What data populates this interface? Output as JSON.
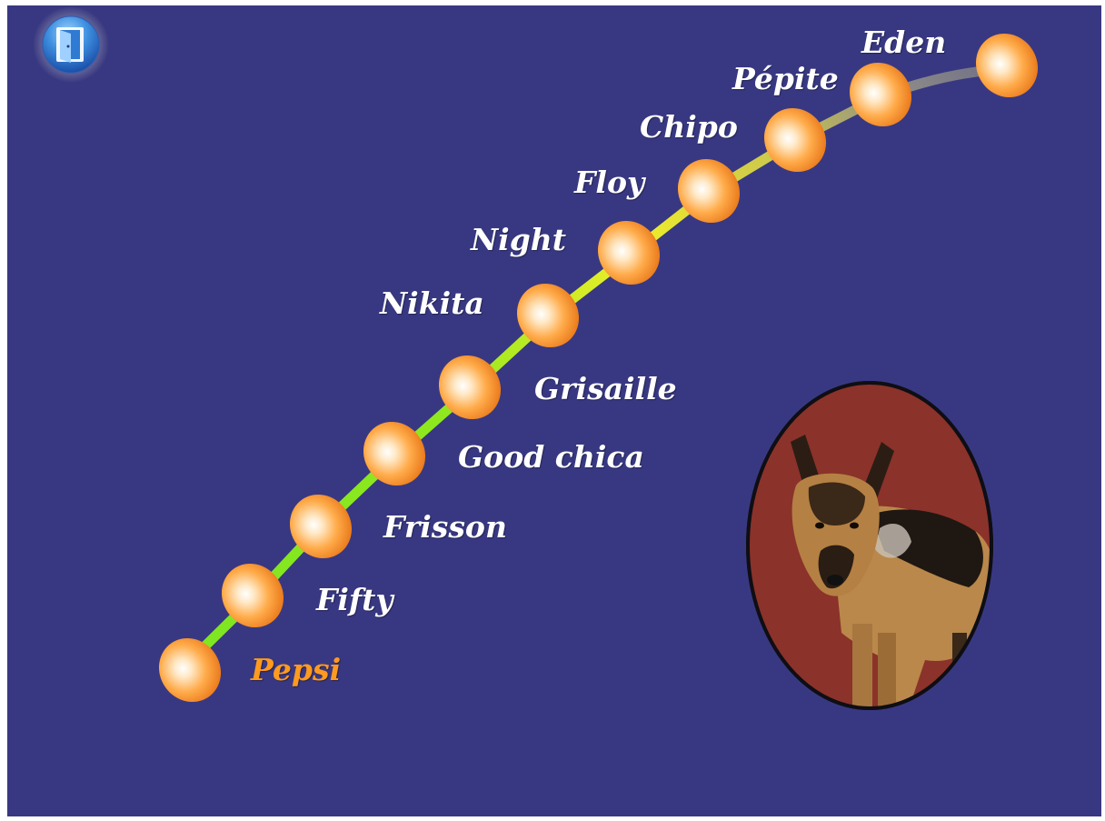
{
  "exit_button": {
    "icon": "exit-door-icon"
  },
  "dogs": [
    {
      "name": "Pepsi",
      "selected": true
    },
    {
      "name": "Fifty",
      "selected": false
    },
    {
      "name": "Frisson",
      "selected": false
    },
    {
      "name": "Good chica",
      "selected": false
    },
    {
      "name": "Grisaille",
      "selected": false
    },
    {
      "name": "Nikita",
      "selected": false
    },
    {
      "name": "Night",
      "selected": false
    },
    {
      "name": "Floy",
      "selected": false
    },
    {
      "name": "Chipo",
      "selected": false
    },
    {
      "name": "Pépite",
      "selected": false
    },
    {
      "name": "Eden",
      "selected": false
    },
    {
      "name": "",
      "selected": false
    }
  ],
  "photo": {
    "subject": "german-shepherd-dog-photo"
  },
  "colors": {
    "background": "#383882",
    "selected_label": "#ff9a1f",
    "label": "#ffffff",
    "node": "#ff9a2a",
    "track_start": "#7ee622",
    "track_mid": "#eeee2a",
    "track_end": "#7a7a8e"
  }
}
